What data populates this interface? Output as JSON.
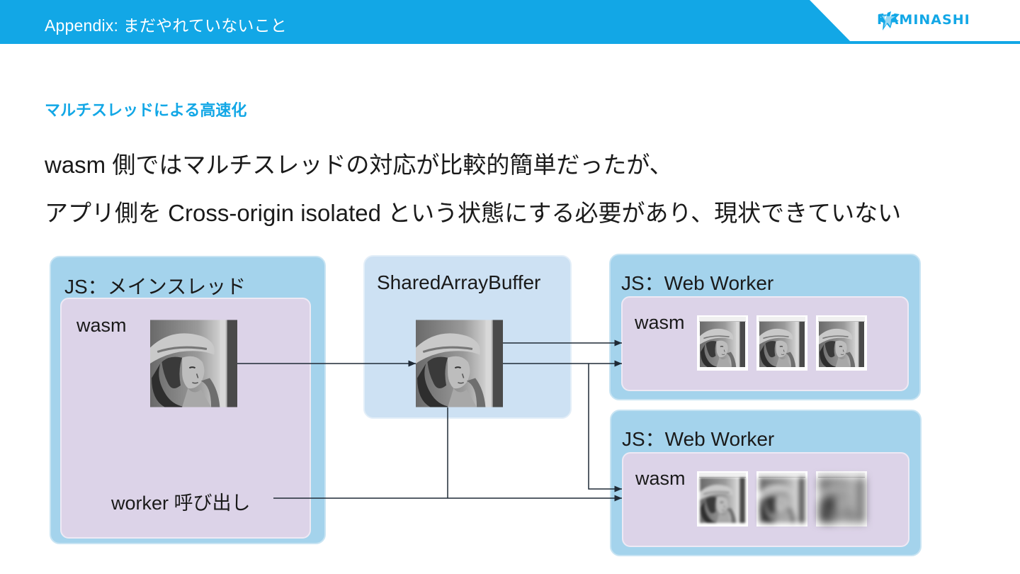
{
  "header": {
    "title": "Appendix: まだやれていないこと",
    "logo_text": "KAMINASHI",
    "colors": {
      "bar": "#12a7e6",
      "text": "#ffffff"
    }
  },
  "section_title": "マルチスレッドによる高速化",
  "body": {
    "line1": "wasm 側ではマルチスレッドの対応が比較的簡単だったが、",
    "line2": "アプリ側を Cross-origin isolated という状態にする必要があり、現状できていない"
  },
  "diagram": {
    "main_thread": {
      "label": "JS：メインスレッド",
      "wasm_label": "wasm",
      "worker_call_label": "worker 呼び出し",
      "image_icon": "portrait-photo"
    },
    "shared_buffer": {
      "label": "SharedArrayBuffer",
      "image_icon": "portrait-photo"
    },
    "worker1": {
      "label": "JS：Web Worker",
      "wasm_label": "wasm",
      "thumb_style": "sharp"
    },
    "worker2": {
      "label": "JS：Web Worker",
      "wasm_label": "wasm",
      "thumb_style": "blurred"
    },
    "colors": {
      "outer": "#a4d3ec",
      "inner": "#dcd3e8",
      "shared": "#cde1f3",
      "arrow": "#1f2a36"
    }
  }
}
